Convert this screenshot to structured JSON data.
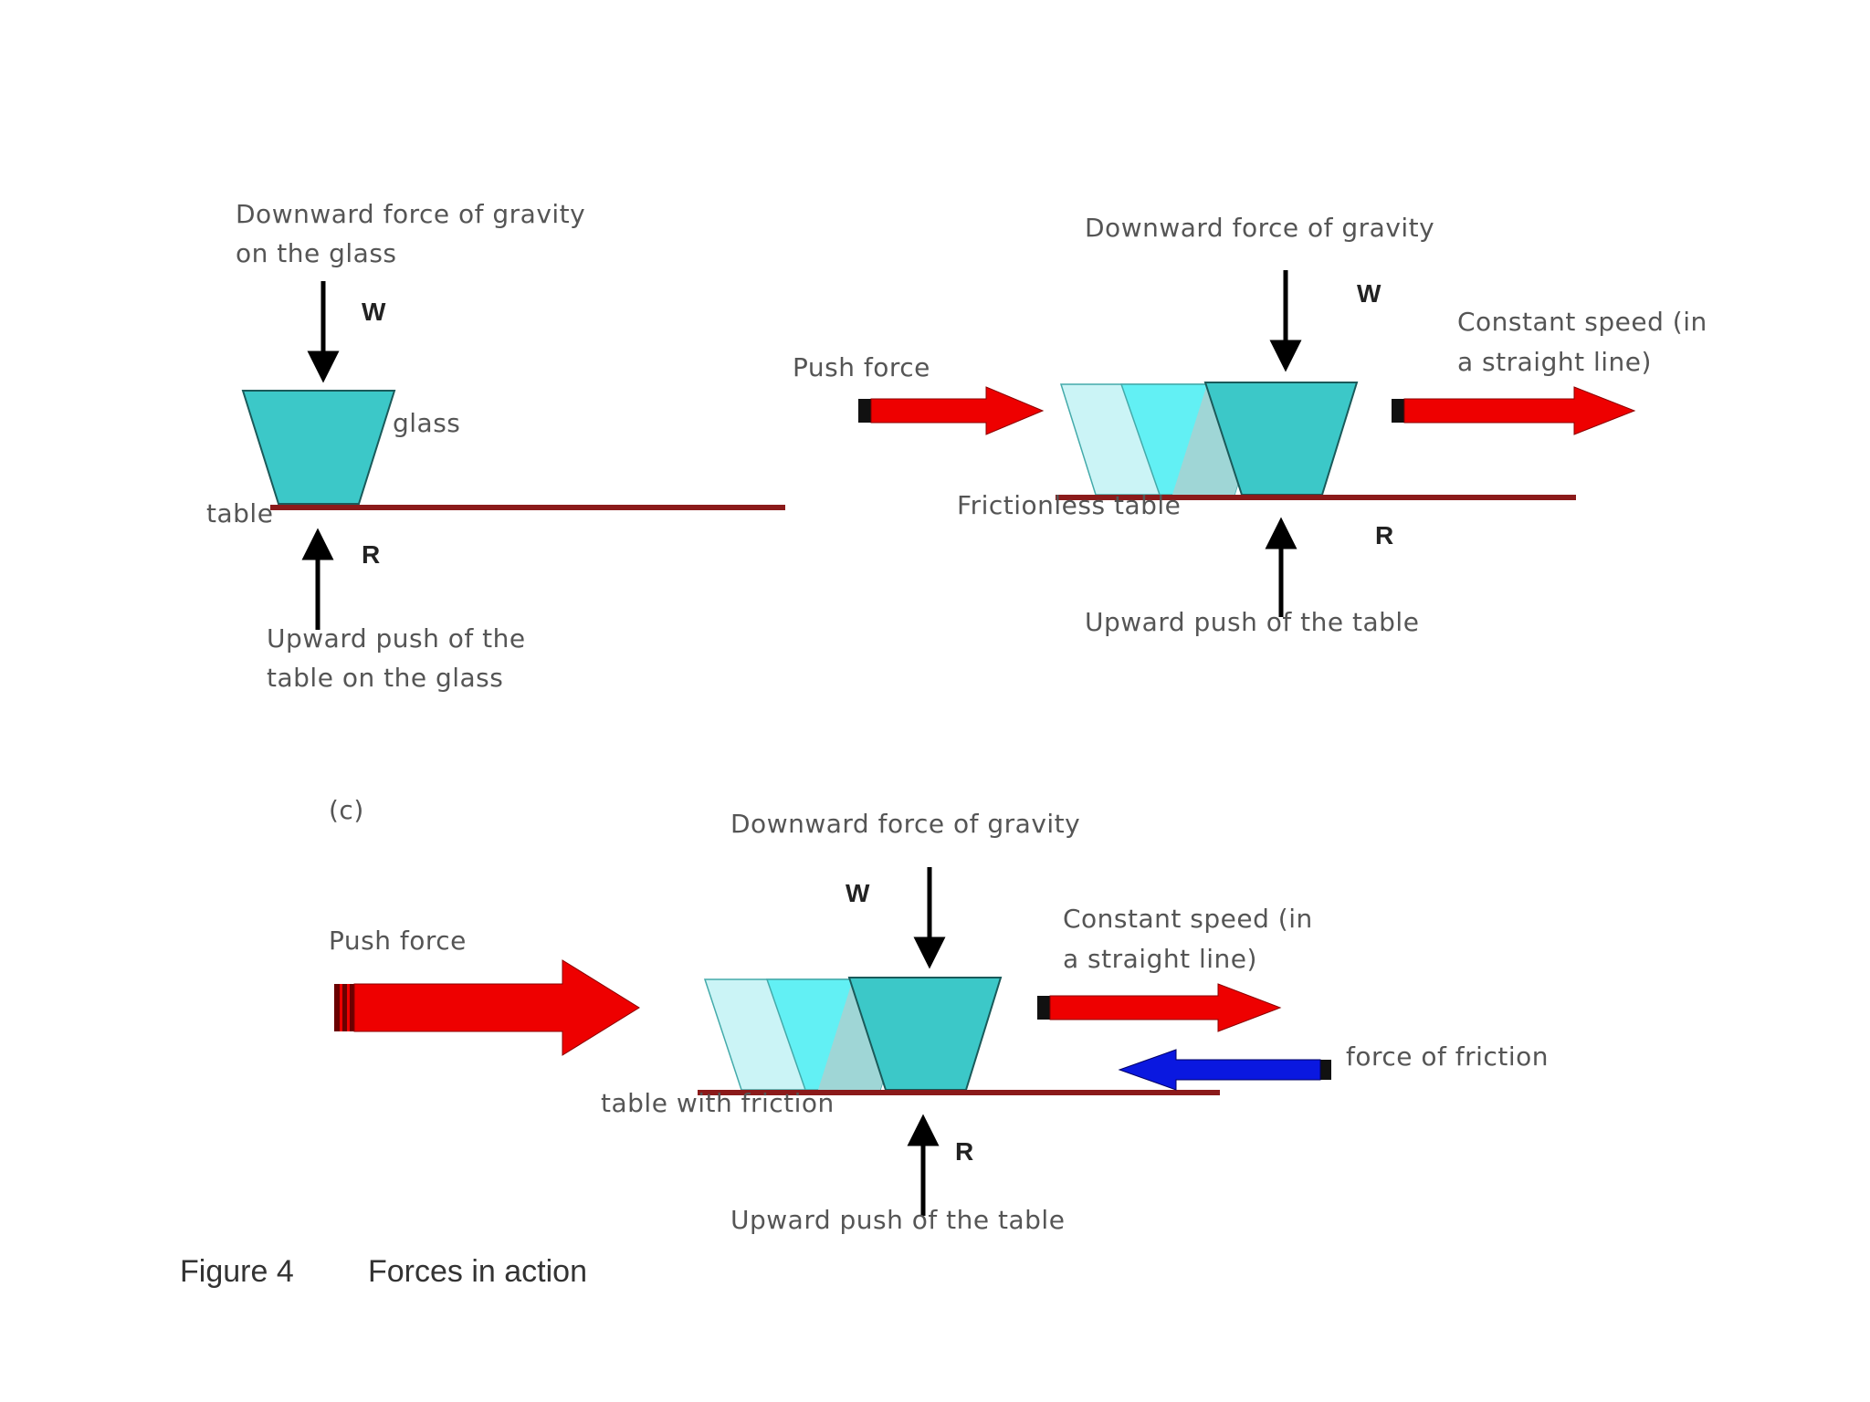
{
  "colors": {
    "table_line": "#8b1a1a",
    "glass": "#3cc8c8",
    "glass_light": "#cbf4f6",
    "glass_mid": "#62f0f4",
    "glass_overlap": "#9fd6d6",
    "push_arrow": "#ee0000",
    "friction_arrow": "#0a18e0",
    "force_arrow": "#000000"
  },
  "panel_a": {
    "gravity_label_1": "Downward force of gravity",
    "gravity_label_2": "on the glass",
    "weight_symbol": "W",
    "glass_label": "glass",
    "table_label": "table",
    "reaction_symbol": "R",
    "reaction_label_1": "Upward push of the",
    "reaction_label_2": "table on the glass"
  },
  "panel_b": {
    "gravity_label": "Downward force of gravity",
    "weight_symbol": "W",
    "push_label": "Push force",
    "speed_label_1": "Constant speed (in",
    "speed_label_2": "a straight line)",
    "table_label": "Frictionless table",
    "reaction_symbol": "R",
    "reaction_label": "Upward push of the table"
  },
  "panel_c": {
    "panel_letter": "(c)",
    "gravity_label": "Downward force of gravity",
    "weight_symbol": "W",
    "push_label": "Push force",
    "speed_label_1": "Constant speed (in",
    "speed_label_2": "a straight line)",
    "friction_label": "force of friction",
    "table_label": "table with friction",
    "reaction_symbol": "R",
    "reaction_label": "Upward push of the table"
  },
  "caption": {
    "figure_number": "Figure 4",
    "title": "Forces in action"
  }
}
